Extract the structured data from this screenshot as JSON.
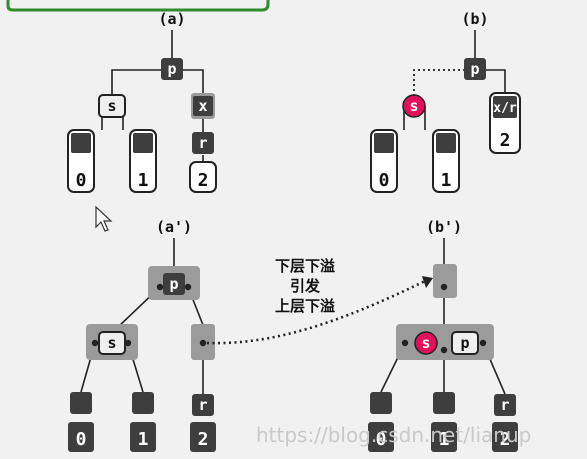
{
  "panels": {
    "a": {
      "label": "(a)",
      "p": "p",
      "s": "s",
      "x": "x",
      "r": "r",
      "leaves": [
        "0",
        "1",
        "2"
      ]
    },
    "b": {
      "label": "(b)",
      "p": "p",
      "s": "s",
      "xr": "x/r",
      "leaves": [
        "0",
        "1",
        "2"
      ]
    },
    "a_prime": {
      "label": "(a')",
      "p": "p",
      "s": "s",
      "r": "r",
      "leaves": [
        "0",
        "1",
        "2"
      ]
    },
    "b_prime": {
      "label": "(b')",
      "s": "s",
      "p": "p",
      "r": "r",
      "leaves": [
        "0",
        "1",
        "2"
      ]
    }
  },
  "caption": {
    "line1": "下层下溢",
    "line2": "引发",
    "line3": "上层下溢"
  },
  "watermark": "https://blog.csdn.net/lianup",
  "colors": {
    "accent": "#e0105a",
    "node_dark": "#3e3e3e",
    "node_group": "#9b9b9b",
    "edge": "#222222",
    "highlight_frame": "#2e8b2e"
  }
}
